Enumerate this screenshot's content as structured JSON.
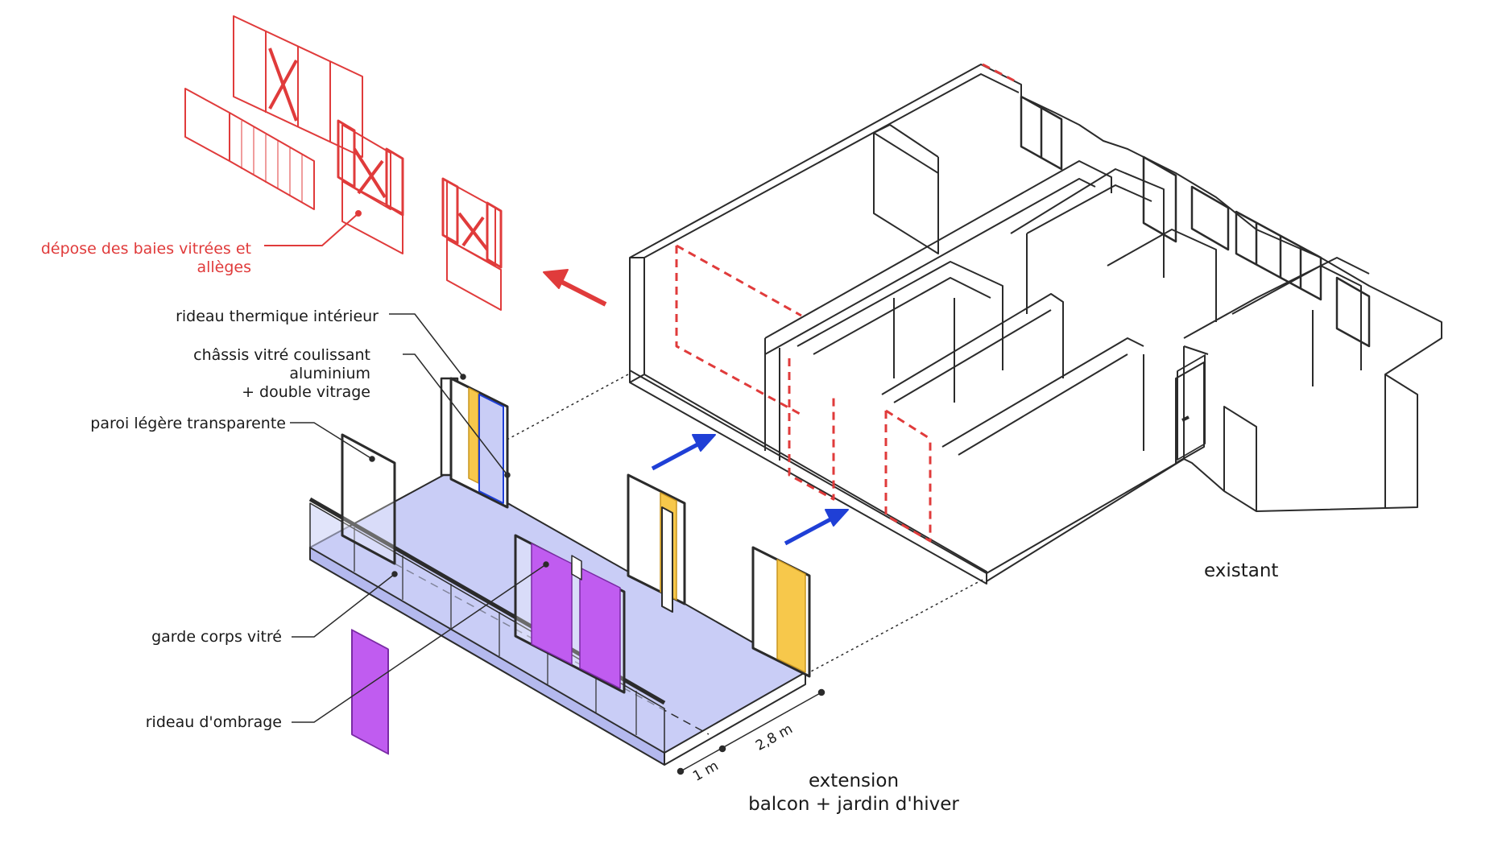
{
  "colors": {
    "line": "#2b2b2b",
    "demolition": "#e03b3b",
    "floor_fill": "#c9cdf6",
    "curtain_thermal": "#f7c84b",
    "curtain_shade": "#c05cf0",
    "arrow_blue": "#1f3fd6",
    "arrow_red": "#e03b3b"
  },
  "icons": {
    "removal_arrow": "arrow-left-red",
    "insert_arrows": "arrow-up-right-blue"
  },
  "labels": {
    "removal": "dépose des baies vitrées et\nallèges",
    "thermal_curtain": "rideau thermique intérieur",
    "sliding_frame": "châssis vitré coulissant\naluminium\n+ double vitrage",
    "light_wall": "paroi légère transparente",
    "guardrail": "garde corps vitré",
    "shade_curtain": "rideau d'ombrage",
    "existing": "existant",
    "extension": "extension\nbalcon + jardin d'hiver"
  },
  "dimensions": {
    "depth": "1 m",
    "width": "2,8 m"
  }
}
